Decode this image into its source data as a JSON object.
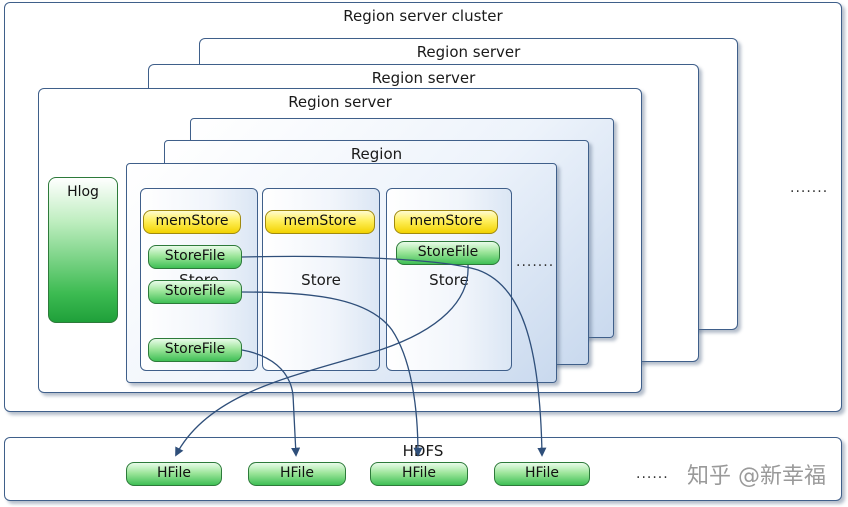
{
  "cluster": {
    "title": "Region server cluster"
  },
  "region_servers": [
    {
      "title": "Region server"
    },
    {
      "title": "Region server"
    },
    {
      "title": "Region server"
    }
  ],
  "region": {
    "title": "Region"
  },
  "hlog": {
    "label": "Hlog"
  },
  "stores": [
    {
      "label": "Store",
      "memstore": "memStore",
      "storefiles": [
        "StoreFile",
        "StoreFile",
        "StoreFile"
      ]
    },
    {
      "label": "Store",
      "memstore": "memStore"
    },
    {
      "label": "Store",
      "memstore": "memStore",
      "storefiles": [
        "StoreFile"
      ]
    }
  ],
  "more_stores": ".......",
  "more_servers": ".......",
  "hdfs": {
    "title": "HDFS",
    "hfiles": [
      "HFile",
      "HFile",
      "HFile",
      "HFile"
    ],
    "more": "......"
  },
  "watermark": "知乎 @新幸福"
}
